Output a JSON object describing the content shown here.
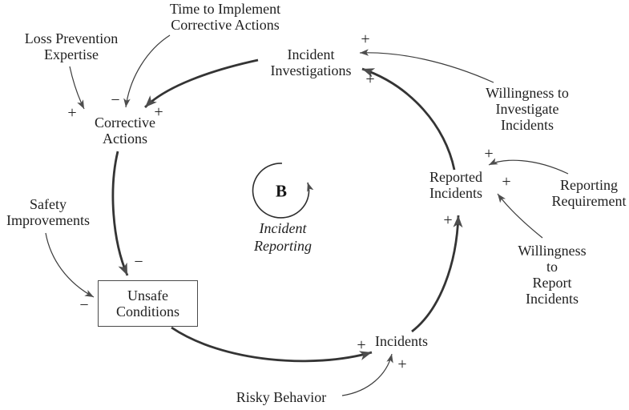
{
  "diagram": {
    "title_semantic": "Incident Reporting balancing causal loop",
    "loop_marker": {
      "symbol": "B",
      "caption": "Incident\nReporting"
    },
    "nodes": {
      "incident_investigations": {
        "label": "Incident\nInvestigations"
      },
      "reported_incidents": {
        "label": "Reported\nIncidents"
      },
      "incidents": {
        "label": "Incidents"
      },
      "unsafe_conditions": {
        "label": "Unsafe\nConditions"
      },
      "corrective_actions": {
        "label": "Corrective\nActions"
      }
    },
    "external_factors": {
      "loss_prevention_expertise": {
        "label": "Loss Prevention\nExpertise"
      },
      "time_to_implement_corrective_actions": {
        "label": "Time to Implement\nCorrective Actions"
      },
      "willingness_to_investigate_incidents": {
        "label": "Willingness to\nInvestigate Incidents"
      },
      "reporting_requirement": {
        "label": "Reporting\nRequirement"
      },
      "willingness_to_report_incidents": {
        "label": "Willingness to\nReport Incidents"
      },
      "risky_behavior": {
        "label": "Risky Behavior"
      },
      "safety_improvements": {
        "label": "Safety\nImprovements"
      }
    },
    "signs": {
      "plus": "+",
      "minus": "−"
    },
    "colors": {
      "background": "#ffffff",
      "line": "#343434",
      "arrowhead": "#4d4d4d",
      "text": "#1f1f1f"
    }
  }
}
